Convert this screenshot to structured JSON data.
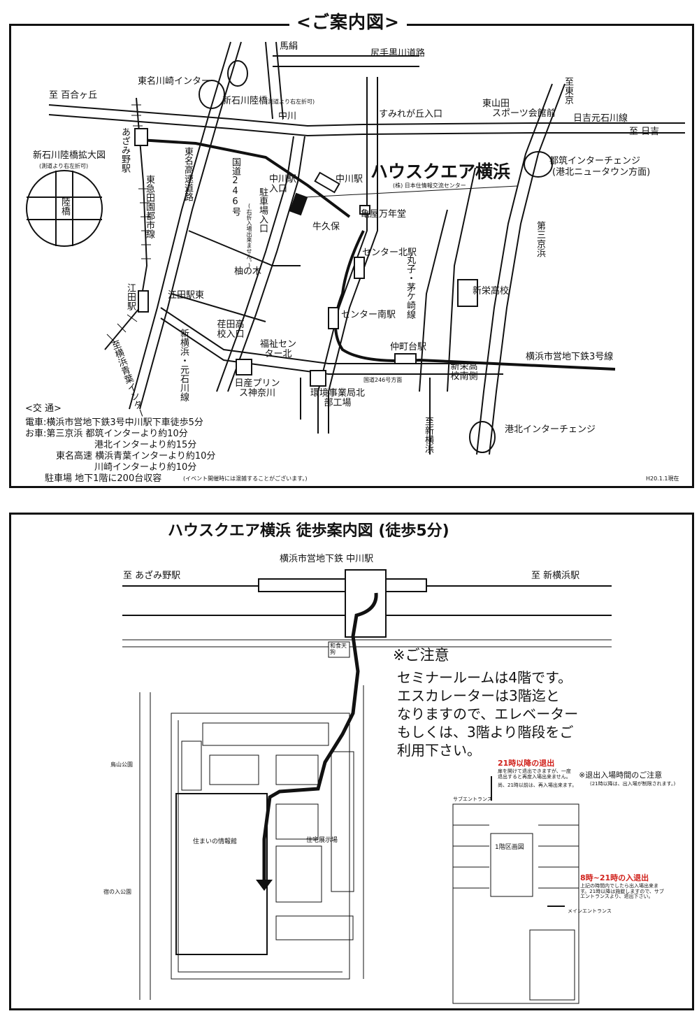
{
  "top_map": {
    "title": "<ご案内図>",
    "venue": "ハウスクエア横浜",
    "venue_sub": "(株) 日本住情報交流センター",
    "labels": {
      "mabashi": "馬絹",
      "shiriteguro": "尻手黒川道路",
      "tomei_kawasaki": "東名川崎インター",
      "to_yurigaoka": "至 百合ヶ丘",
      "shin_ishikawa": "新石川陸橋",
      "shin_ishikawa_note": "(測道より右左折可)",
      "nakagawa": "中川",
      "sumiregaoka": "すみれが丘入口",
      "higashiyamada": "東山田",
      "sports": "スポーツ会館前",
      "to_tokyo": "至東京",
      "hiyoshi_moto": "日吉元石川線",
      "to_hiyoshi": "至 日吉",
      "azamino": "あざみ野駅",
      "kakudai": "新石川陸橋拡大図",
      "kakudai_note": "(測道より右左折可)",
      "rikkyo": "陸橋",
      "denentoshi": "東急田園都市線",
      "tomei_road": "東名高速道路",
      "route246": "国道246号",
      "nakagawa_eki_iriguchi": "中川駅入口",
      "nakagawa_eki": "中川駅",
      "chushajo": "駐車場入口",
      "chushajo_note": "(右折入場出来ません。)",
      "tsuzuki_ic": "都筑インターチェンジ",
      "kohoku_nt": "(港北ニュータウン方面)",
      "kameya": "亀屋万年堂",
      "gyukubo": "牛久保",
      "daisan_keihin": "第三京浜",
      "center_kita": "センター北駅",
      "marukotetsu": "丸子・茅ケ崎線",
      "yunoki": "柚の木",
      "shinei_hs": "新栄高校",
      "eda_eki": "江田駅",
      "eda_higashi": "江田駅東",
      "center_minami": "センター南駅",
      "nippa_hs": "荏田高校入口",
      "fukushi": "福祉センター北",
      "nakamachidai": "仲町台駅",
      "subway3": "横浜市営地下鉄3号線",
      "shinyoko_motoishi": "新横浜・元石川線",
      "shinei_hs_south": "新栄高校南側",
      "to_yokohama_aoba": "至横浜青葉インター",
      "route246_dir": "国道246号方面",
      "nissan": "日産プリンス神奈川",
      "kankyo": "環境事業局北部工場",
      "to_shinyokohama": "至新横浜",
      "kohoku_ic": "港北インターチェンジ",
      "date": "H20.1.1現在"
    },
    "access": {
      "heading": "<交 通>",
      "lines": [
        "電車:横浜市営地下鉄3号中川駅下車徒歩5分",
        "お車:第三京浜 都筑インターより約10分",
        "港北インターより約15分",
        "東名高速 横浜青葉インターより約10分",
        "川崎インターより約10分",
        "駐車場 地下1階に200台収容"
      ],
      "parking_note": "(イベント開催時には混雑することがございます。)"
    }
  },
  "bottom_map": {
    "title": "ハウスクエア横浜 徒歩案内図 (徒歩5分)",
    "station": "横浜市営地下鉄 中川駅",
    "to_azamino": "至 あざみ野駅",
    "to_shinyokohama": "至 新横浜駅",
    "washoku": "和食天狗",
    "info_hall": "住まいの情報館",
    "exhibit": "住宅展示場",
    "toriyama_park": "鳥山公園",
    "yado_park": "宿の入公園",
    "note_heading": "※ご注意",
    "note_lines": [
      "セミナールームは4階です。",
      "エスカレーターは3階迄と",
      "なりますので、エレベーター",
      "もしくは、3階より階段をご",
      "利用下さい。"
    ],
    "exit_after21": "21時以降の退出",
    "exit_after21_note": "扉を開けて退出できますが、一度退出すると再度入場出来ません。",
    "exit_note2": "尚、21時以前は、再入場出来ます。",
    "time_note": "※退出入場時間のご注意",
    "time_note_sub": "(21時以降は、出入場が制限されます。)",
    "sub_entrance": "サブエントランス",
    "floor1": "1階区画図",
    "in_8_21": "8時~21時の入退出",
    "in_8_21_note": "上記の時間内でしたら出入場出来ます。21時以降は施錠しますので、サブエントランスより、退出下さい。",
    "main_entrance": "メインエントランス"
  }
}
